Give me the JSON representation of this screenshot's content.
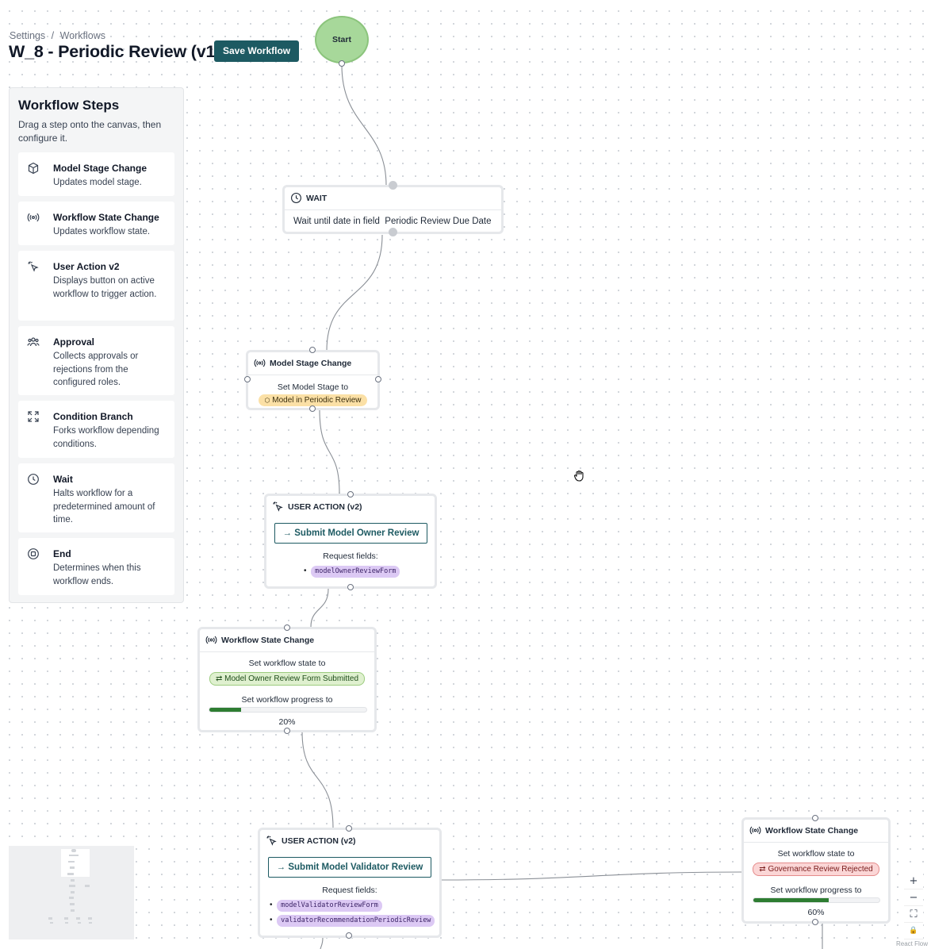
{
  "breadcrumb": {
    "item1": "Settings",
    "sep": "/",
    "item2": "Workflows"
  },
  "page": {
    "title": "W_8 - Periodic Review (v1)",
    "save_label": "Save Workflow"
  },
  "panel": {
    "title": "Workflow Steps",
    "subtitle": "Drag a step onto the canvas, then configure it.",
    "steps": [
      {
        "title": "Model Stage Change",
        "desc": "Updates model stage.",
        "icon": "cube-icon"
      },
      {
        "title": "Workflow State Change",
        "desc": "Updates workflow state.",
        "icon": "broadcast-icon"
      },
      {
        "title": "User Action v2",
        "desc": "Displays button on active workflow to trigger action.",
        "icon": "pointer-click-icon"
      },
      {
        "title": "Approval",
        "desc": "Collects approvals or rejections from the configured roles.",
        "icon": "users-icon"
      },
      {
        "title": "Condition Branch",
        "desc": "Forks workflow depending conditions.",
        "icon": "expand-icon"
      },
      {
        "title": "Wait",
        "desc": "Halts workflow for a predetermined amount of time.",
        "icon": "clock-icon"
      },
      {
        "title": "End",
        "desc": "Determines when this workflow ends.",
        "icon": "stop-circle-icon"
      }
    ]
  },
  "canvas": {
    "start": {
      "label": "Start"
    },
    "wait": {
      "title": "WAIT",
      "text": "Wait until date in field",
      "field": "Periodic Review Due Date"
    },
    "stage": {
      "title": "Model Stage Change",
      "label": "Set Model Stage to",
      "value": "Model in Periodic Review"
    },
    "action1": {
      "title": "USER ACTION (v2)",
      "button": "Submit Model Owner Review",
      "fields_label": "Request fields:",
      "fields": [
        "modelOwnerReviewForm"
      ]
    },
    "state1": {
      "title": "Workflow State Change",
      "state_label": "Set workflow state to",
      "state": "Model Owner Review Form Submitted",
      "progress_label": "Set workflow progress to",
      "progress": 20,
      "progress_text": "20%"
    },
    "action2": {
      "title": "USER ACTION (v2)",
      "button": "Submit Model Validator Review",
      "fields_label": "Request fields:",
      "fields": [
        "modelValidatorReviewForm",
        "validatorRecommendationPeriodicReview"
      ]
    },
    "state2": {
      "title": "Workflow State Change",
      "state_label": "Set workflow state to",
      "state": "Governance Review Rejected",
      "progress_label": "Set workflow progress to",
      "progress": 60,
      "progress_text": "60%"
    }
  },
  "controls": {
    "zoom_in": "+",
    "zoom_out": "−",
    "fit": "⛶",
    "lock": "🔒"
  },
  "attribution": "React Flow",
  "colors": {
    "primary": "#1d5a62",
    "start_node": "#a7d89a",
    "progress": "#2e7d32",
    "stage_pill": "#fbe0a6",
    "state_pill_green": "#dff0cf",
    "state_pill_red": "#fbd6d6",
    "code_pill": "#dcc9f4"
  }
}
